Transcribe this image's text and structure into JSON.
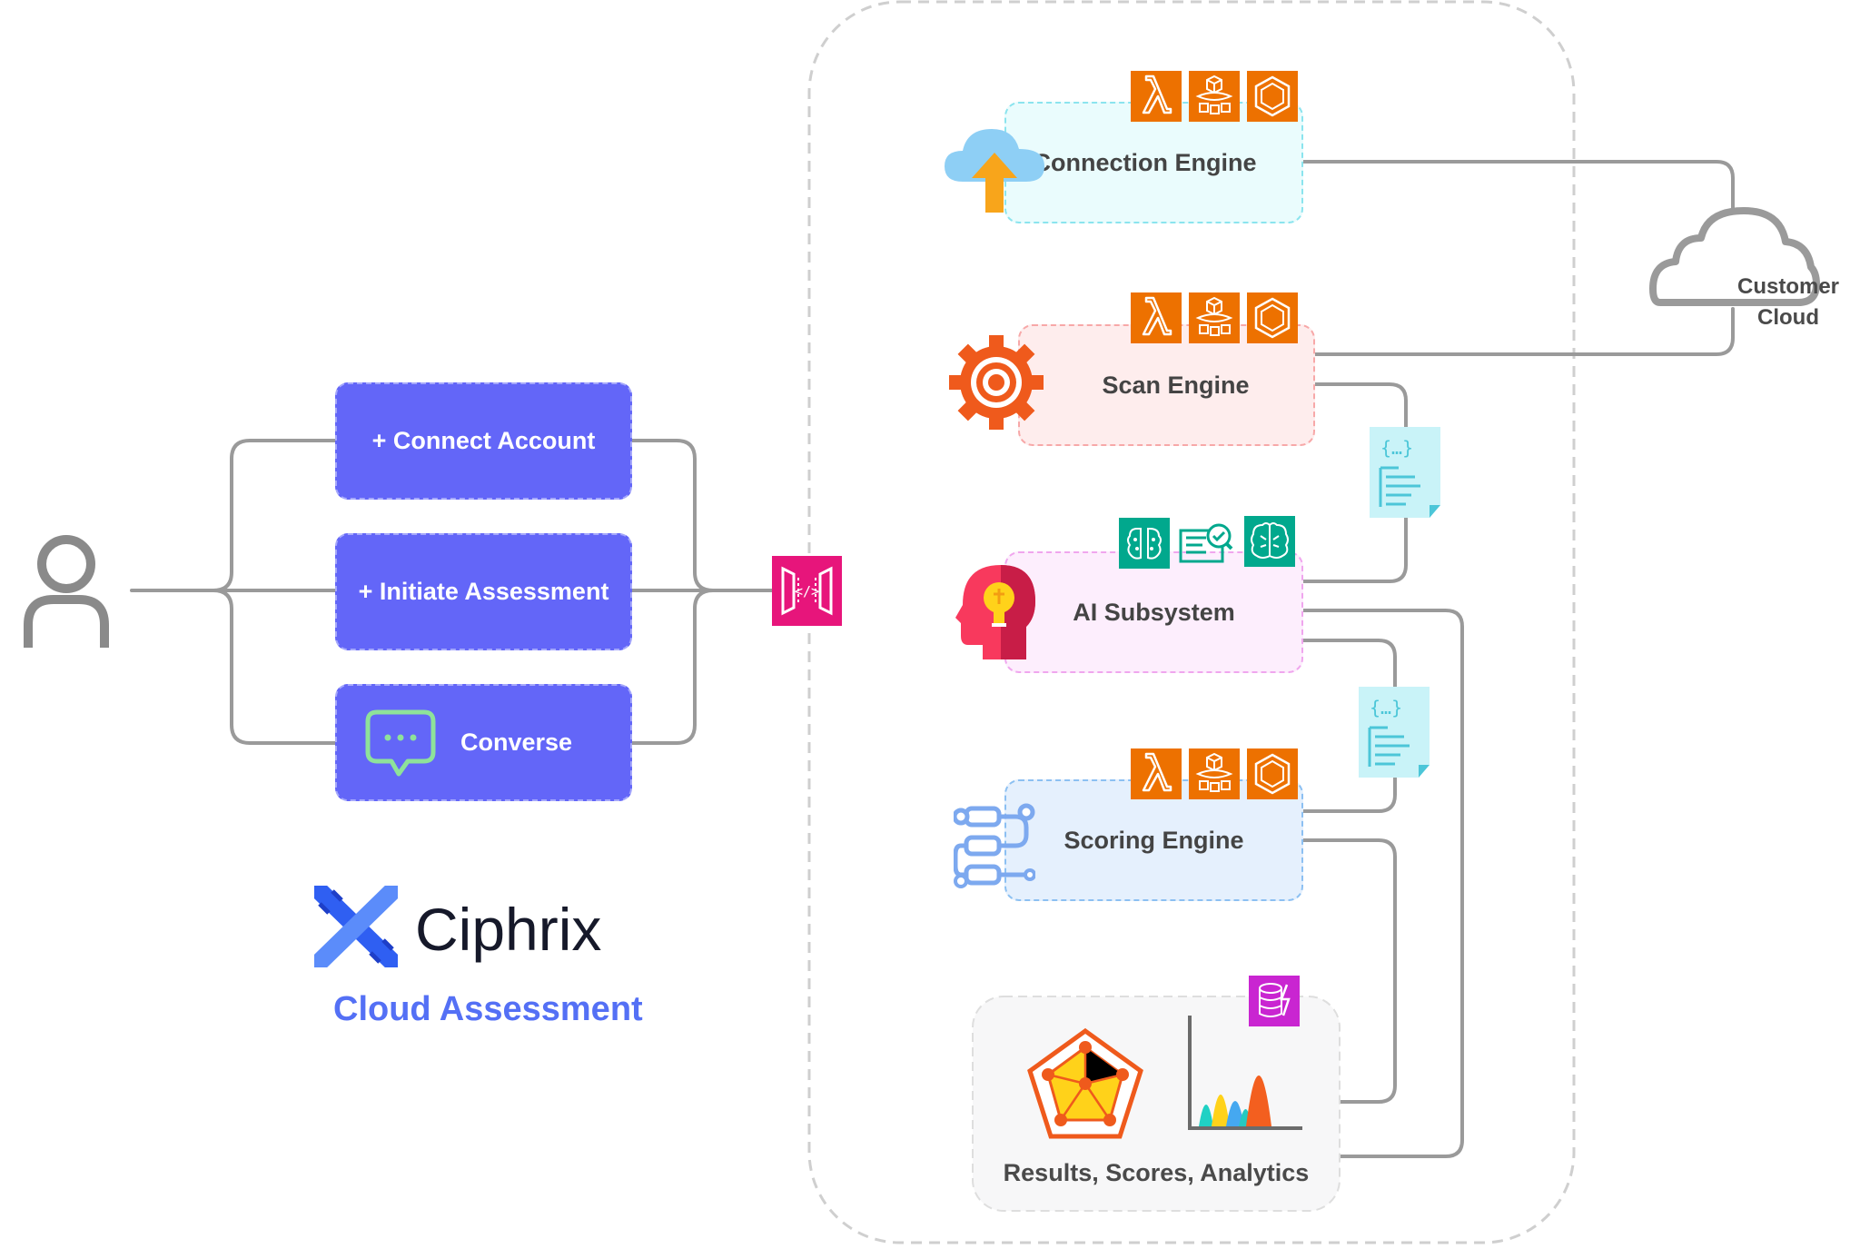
{
  "actions": [
    {
      "label": "+ Connect Account"
    },
    {
      "label": "+ Initiate Assessment"
    },
    {
      "label": "Converse"
    }
  ],
  "engines": {
    "connection": "Connection Engine",
    "scan": "Scan Engine",
    "ai": "AI Subsystem",
    "scoring": "Scoring Engine"
  },
  "results_label": "Results, Scores, Analytics",
  "customer_cloud": {
    "line1": "Customer",
    "line2": "Cloud"
  },
  "brand": {
    "name": "Ciphrix",
    "subtitle": "Cloud Assessment"
  },
  "colors": {
    "action_bg": "#6366f8",
    "aws_compute": "#ed7100",
    "api_gateway": "#e7157b",
    "ai_ml": "#01a88d",
    "database": "#c925d1",
    "brand_blue": "#5470f5"
  },
  "icons": [
    "user-icon",
    "chat-bubble-icon",
    "api-gateway-icon",
    "lambda-icon",
    "fargate-icon",
    "ecs-icon",
    "cloud-upload-icon",
    "target-gear-icon",
    "ai-head-icon",
    "workflow-icon",
    "document-json-icon",
    "cloud-icon",
    "radar-chart-icon",
    "bar-chart-icon",
    "dynamodb-icon",
    "comprehend-icon",
    "textract-icon"
  ]
}
